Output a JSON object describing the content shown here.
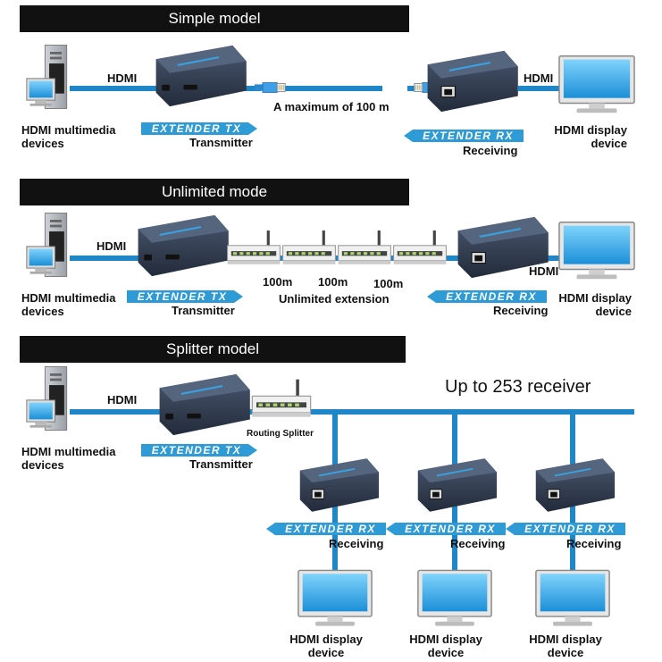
{
  "sections": [
    {
      "title": "Simple model",
      "source_label": "HDMI multimedia devices",
      "link_label_left": "HDMI",
      "tx_badge": "EXTENDER TX",
      "tx_label": "Transmitter",
      "cable_note": "A maximum of 100 m",
      "rx_badge": "EXTENDER RX",
      "rx_label": "Receiving",
      "link_label_right": "HDMI",
      "display_label": "HDMI display device"
    },
    {
      "title": "Unlimited mode",
      "source_label": "HDMI multimedia devices",
      "link_label_left": "HDMI",
      "tx_badge": "EXTENDER TX",
      "tx_label": "Transmitter",
      "segment_labels": [
        "100m",
        "100m",
        "100m"
      ],
      "extension_note": "Unlimited extension",
      "rx_badge": "EXTENDER RX",
      "rx_label": "Receiving",
      "link_label_right": "HDMI",
      "display_label": "HDMI display device"
    },
    {
      "title": "Splitter model",
      "source_label": "HDMI multimedia devices",
      "link_label_left": "HDMI",
      "tx_badge": "EXTENDER TX",
      "tx_label": "Transmitter",
      "splitter_label": "Routing Splitter",
      "capacity_note": "Up to 253 receiver",
      "receivers": [
        {
          "badge": "EXTENDER RX",
          "label": "Receiving",
          "display_label": "HDMI display device"
        },
        {
          "badge": "EXTENDER RX",
          "label": "Receiving",
          "display_label": "HDMI display device"
        },
        {
          "badge": "EXTENDER RX",
          "label": "Receiving",
          "display_label": "HDMI display device"
        }
      ]
    }
  ],
  "colors": {
    "cable": "#1f86c7",
    "badge": "#2e9bd6",
    "banner": "#111111",
    "device": "#2f3b4f",
    "screen": "#2ea6e6"
  },
  "icons": [
    "pc-tower-icon",
    "monitor-icon",
    "extender-tx-icon",
    "extender-rx-icon",
    "network-switch-icon",
    "rj45-plug-icon"
  ]
}
